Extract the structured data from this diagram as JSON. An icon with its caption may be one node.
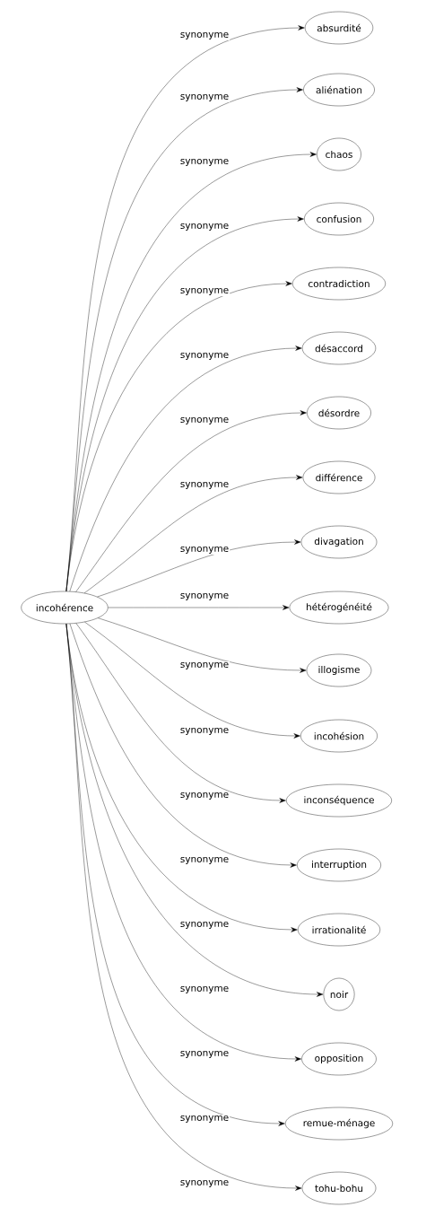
{
  "diagram": {
    "nodes": [
      {
        "text": [
          "incohérence"
        ]
      },
      {
        "text": [
          "absurdité"
        ]
      },
      {
        "text": [
          "aliénation"
        ]
      },
      {
        "text": [
          "chaos"
        ]
      },
      {
        "text": [
          "confusion"
        ]
      },
      {
        "text": [
          "contradiction"
        ]
      },
      {
        "text": [
          "désaccord"
        ]
      },
      {
        "text": [
          "désordre"
        ]
      },
      {
        "text": [
          "différence"
        ]
      },
      {
        "text": [
          "divagation"
        ]
      },
      {
        "text": [
          "hétérogénéité"
        ]
      },
      {
        "text": [
          "illogisme"
        ]
      },
      {
        "text": [
          "incohésion"
        ]
      },
      {
        "text": [
          "inconséquence"
        ]
      },
      {
        "text": [
          "interruption"
        ]
      },
      {
        "text": [
          "irrationalité"
        ]
      },
      {
        "text": [
          "noir"
        ]
      },
      {
        "text": [
          "opposition"
        ]
      },
      {
        "text": [
          "remue-ménage"
        ]
      },
      {
        "text": [
          "tohu-bohu"
        ]
      }
    ],
    "edges": [
      {
        "from": 0,
        "to": 1,
        "arrow": "to",
        "label": "synonyme"
      },
      {
        "from": 0,
        "to": 2,
        "arrow": "to",
        "label": "synonyme"
      },
      {
        "from": 0,
        "to": 3,
        "arrow": "to",
        "label": "synonyme"
      },
      {
        "from": 0,
        "to": 4,
        "arrow": "to",
        "label": "synonyme"
      },
      {
        "from": 0,
        "to": 5,
        "arrow": "to",
        "label": "synonyme"
      },
      {
        "from": 0,
        "to": 6,
        "arrow": "to",
        "label": "synonyme"
      },
      {
        "from": 0,
        "to": 7,
        "arrow": "to",
        "label": "synonyme"
      },
      {
        "from": 0,
        "to": 8,
        "arrow": "to",
        "label": "synonyme"
      },
      {
        "from": 0,
        "to": 9,
        "arrow": "to",
        "label": "synonyme"
      },
      {
        "from": 0,
        "to": 10,
        "arrow": "to",
        "label": "synonyme"
      },
      {
        "from": 0,
        "to": 11,
        "arrow": "to",
        "label": "synonyme"
      },
      {
        "from": 0,
        "to": 12,
        "arrow": "to",
        "label": "synonyme"
      },
      {
        "from": 0,
        "to": 13,
        "arrow": "to",
        "label": "synonyme"
      },
      {
        "from": 0,
        "to": 14,
        "arrow": "to",
        "label": "synonyme"
      },
      {
        "from": 0,
        "to": 15,
        "arrow": "to",
        "label": "synonyme"
      },
      {
        "from": 0,
        "to": 16,
        "arrow": "to",
        "label": "synonyme"
      },
      {
        "from": 0,
        "to": 17,
        "arrow": "to",
        "label": "synonyme"
      },
      {
        "from": 0,
        "to": 18,
        "arrow": "to",
        "label": "synonyme"
      },
      {
        "from": 0,
        "to": 19,
        "arrow": "to",
        "label": "synonyme"
      }
    ]
  }
}
